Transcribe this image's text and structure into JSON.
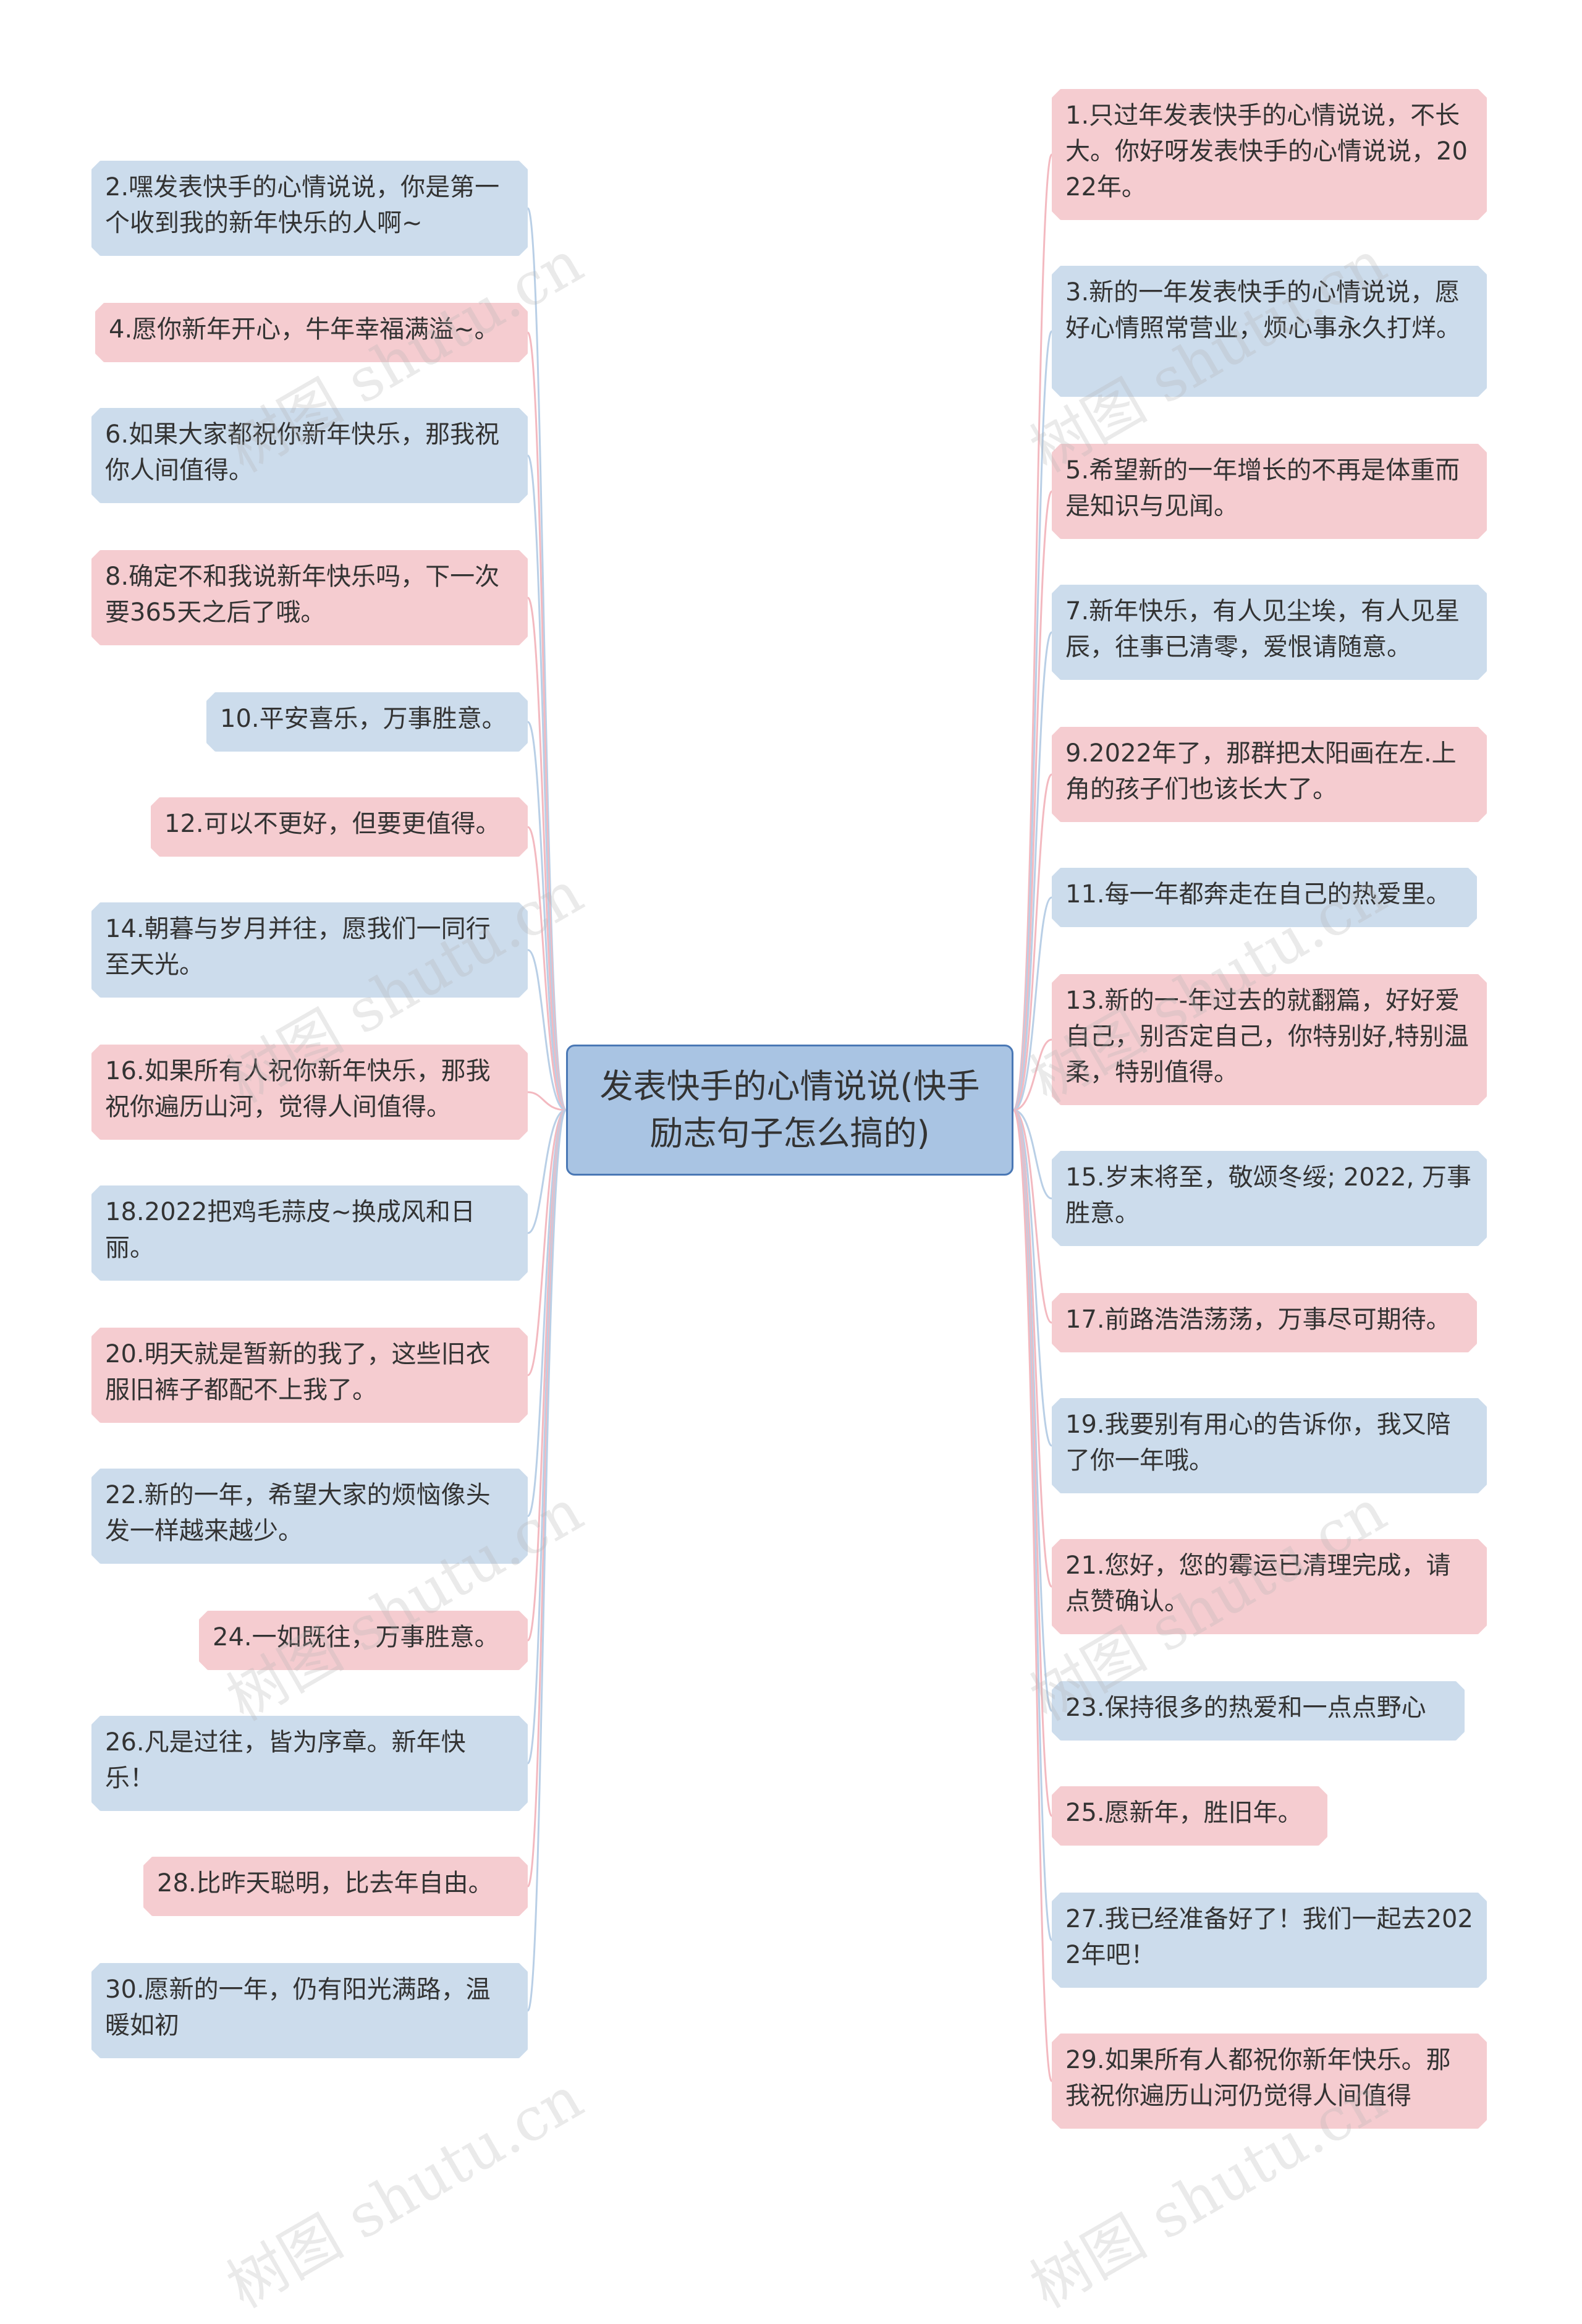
{
  "center": {
    "text": "发表快手的心情说说(快手励志句子怎么搞的)"
  },
  "colors": {
    "pink": "#f5ccd0",
    "blue": "#ccdcec",
    "center": "#a9c4e3",
    "center_border": "#4a78b5"
  },
  "left": [
    {
      "text": "2.嘿发表快手的心情说说，你是第一个收到我的新年快乐的人啊~",
      "color": "blue"
    },
    {
      "text": "4.愿你新年开心，牛年幸福满溢~。",
      "color": "pink"
    },
    {
      "text": "6.如果大家都祝你新年快乐，那我祝你人间值得。",
      "color": "blue"
    },
    {
      "text": "8.确定不和我说新年快乐吗，下一次要365天之后了哦。",
      "color": "pink"
    },
    {
      "text": "10.平安喜乐，万事胜意。",
      "color": "blue"
    },
    {
      "text": "12.可以不更好，但要更值得。",
      "color": "pink"
    },
    {
      "text": "14.朝暮与岁月并往，愿我们一同行至天光。",
      "color": "blue"
    },
    {
      "text": "16.如果所有人祝你新年快乐，那我祝你遍历山河，觉得人间值得。",
      "color": "pink"
    },
    {
      "text": "18.2022把鸡毛蒜皮~换成风和日丽。",
      "color": "blue"
    },
    {
      "text": "20.明天就是暂新的我了，这些旧衣服旧裤子都配不上我了。",
      "color": "pink"
    },
    {
      "text": "22.新的一年，希望大家的烦恼像头发一样越来越少。",
      "color": "blue"
    },
    {
      "text": "24.一如既往，万事胜意。",
      "color": "pink"
    },
    {
      "text": "26.凡是过往，皆为序章。新年快乐！",
      "color": "blue"
    },
    {
      "text": "28.比昨天聪明，比去年自由。",
      "color": "pink"
    },
    {
      "text": "30.愿新的一年，仍有阳光满路，温暖如初",
      "color": "blue"
    }
  ],
  "right": [
    {
      "text": "1.只过年发表快手的心情说说，不长大。你好呀发表快手的心情说说，2022年。",
      "color": "pink"
    },
    {
      "text": "3.新的一年发表快手的心情说说，愿好心情照常营业，烦心事永久打烊。",
      "color": "blue"
    },
    {
      "text": "5.希望新的一年增长的不再是体重而是知识与见闻。",
      "color": "pink"
    },
    {
      "text": "7.新年快乐，有人见尘埃，有人见星辰，往事已清零，爱恨请随意。",
      "color": "blue"
    },
    {
      "text": "9.2022年了，那群把太阳画在左.上角的孩子们也该长大了。",
      "color": "pink"
    },
    {
      "text": "11.每一年都奔走在自己的热爱里。",
      "color": "blue"
    },
    {
      "text": "13.新的一-年过去的就翻篇，好好爱自己，别否定自己，你特别好,特别温柔，特别值得。",
      "color": "pink"
    },
    {
      "text": "15.岁末将至，敬颂冬绥; 2022, 万事胜意。",
      "color": "blue"
    },
    {
      "text": "17.前路浩浩荡荡，万事尽可期待。",
      "color": "pink"
    },
    {
      "text": "19.我要别有用心的告诉你，我又陪了你一年哦。",
      "color": "blue"
    },
    {
      "text": "21.您好，您的霉运已清理完成，请点赞确认。",
      "color": "pink"
    },
    {
      "text": "23.保持很多的热爱和一点点野心",
      "color": "blue"
    },
    {
      "text": "25.愿新年，胜旧年。",
      "color": "pink"
    },
    {
      "text": "27.我已经准备好了！我们一起去2022年吧！",
      "color": "blue"
    },
    {
      "text": "29.如果所有人都祝你新年快乐。那我祝你遍历山河仍觉得人间值得",
      "color": "pink"
    }
  ],
  "watermark": "树图 shutu.cn"
}
